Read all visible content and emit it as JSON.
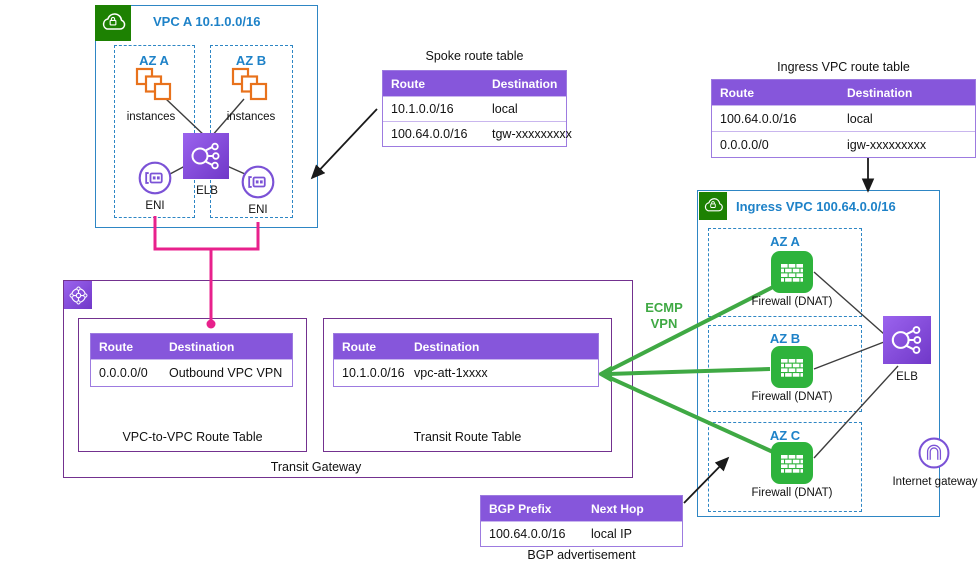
{
  "colors": {
    "blue": "#2E86C4",
    "blue_text": "#1E82C8",
    "table_header_purple": "#8656DB",
    "table_border_purple": "#9D7BE0",
    "transit_border_purple": "#73318F",
    "icon_green": "#1D8102",
    "firewall_green": "#2EB33C",
    "ecmp_green": "#3FA944",
    "pink": "#E8218C",
    "instance_orange": "#E8721C",
    "violet_icon": "#7B52D6"
  },
  "icons": {
    "vpc": "cloud-lock",
    "elb": "load-balancer",
    "eni": "network-interface-card",
    "transit_gateway": "wheel-network",
    "firewall": "brick-wall",
    "internet_gateway": "arch"
  },
  "vpc_a": {
    "label": "VPC A 10.1.0.0/16",
    "az_a": {
      "label": "AZ A",
      "instances_label": "instances",
      "eni_label": "ENI"
    },
    "az_b": {
      "label": "AZ B",
      "instances_label": "instances",
      "eni_label": "ENI"
    },
    "elb_label": "ELB"
  },
  "spoke_route_table": {
    "title": "Spoke route table",
    "headers": [
      "Route",
      "Destination"
    ],
    "rows": [
      [
        "10.1.0.0/16",
        "local"
      ],
      [
        "100.64.0.0/16",
        "tgw-xxxxxxxxx"
      ]
    ]
  },
  "ingress_route_table": {
    "title": "Ingress VPC route table",
    "headers": [
      "Route",
      "Destination"
    ],
    "rows": [
      [
        "100.64.0.0/16",
        "local"
      ],
      [
        "0.0.0.0/0",
        "igw-xxxxxxxxx"
      ]
    ]
  },
  "transit_gateway": {
    "label": "Transit Gateway",
    "vpc_to_vpc_table": {
      "caption": "VPC-to-VPC Route Table",
      "headers": [
        "Route",
        "Destination"
      ],
      "rows": [
        [
          "0.0.0.0/0",
          "Outbound VPC VPN"
        ]
      ]
    },
    "transit_table": {
      "caption": "Transit Route Table",
      "headers": [
        "Route",
        "Destination"
      ],
      "rows": [
        [
          "10.1.0.0/16",
          "vpc-att-1xxxx"
        ]
      ]
    }
  },
  "ecmp": {
    "line1": "ECMP",
    "line2": "VPN"
  },
  "ingress_vpc": {
    "label": "Ingress VPC 100.64.0.0/16",
    "azs": [
      {
        "label": "AZ A",
        "firewall_label": "Firewall (DNAT)"
      },
      {
        "label": "AZ B",
        "firewall_label": "Firewall (DNAT)"
      },
      {
        "label": "AZ C",
        "firewall_label": "Firewall (DNAT)"
      }
    ],
    "elb_label": "ELB",
    "igw_label": "Internet gateway"
  },
  "bgp_table": {
    "caption": "BGP advertisement",
    "headers": [
      "BGP Prefix",
      "Next Hop"
    ],
    "rows": [
      [
        "100.64.0.0/16",
        "local IP"
      ]
    ]
  }
}
